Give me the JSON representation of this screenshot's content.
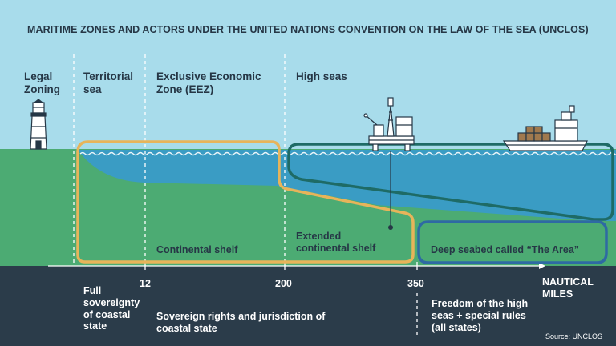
{
  "title": "MARITIME ZONES AND ACTORS UNDER THE UNITED NATIONS CONVENTION ON THE LAW OF THE SEA (UNCLOS)",
  "zones": {
    "legal_zoning": "Legal Zoning",
    "territorial_sea": "Territorial sea",
    "eez": "Exclusive Economic Zone (EEZ)",
    "high_seas": "High seas"
  },
  "seabed": {
    "continental_shelf": "Continental shelf",
    "extended_shelf": "Extended continental shelf",
    "deep_seabed": "Deep seabed called “The Area”"
  },
  "axis": {
    "ticks": [
      "12",
      "200",
      "350"
    ],
    "unit": "NAUTICAL MILES"
  },
  "rights": {
    "territorial": "Full sovereignty of coastal state",
    "eez": "Sovereign rights and jurisdiction of coastal state",
    "high_seas": "Freedom of the high seas + special rules (all states)"
  },
  "source": "Source: UNCLOS",
  "colors": {
    "sky": "#a8dceb",
    "ocean": "#3a9cc4",
    "land": "#4cab73",
    "bottom_band": "#2b3c4a",
    "eez_outline": "#e7b45a",
    "high_seas_outline": "#1e6b66",
    "area_outline": "#2e6aa3",
    "text_dark": "#263746"
  },
  "icons": [
    "lighthouse-icon",
    "oil-platform-icon",
    "cargo-ship-icon"
  ]
}
